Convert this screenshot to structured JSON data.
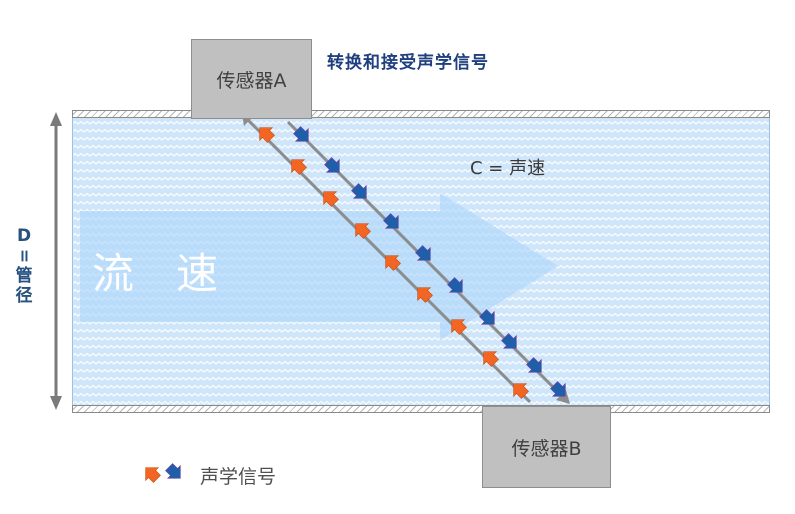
{
  "diagram": {
    "title": "转换和接受声学信号",
    "sensor_a": {
      "label": "传感器A"
    },
    "sensor_b": {
      "label": "传感器B"
    },
    "sound_speed_label": "C = 声速",
    "flow_label": "流　速",
    "diameter_label": {
      "line1": "D",
      "line2": "=",
      "line3": "管",
      "line4": "径"
    },
    "legend": {
      "label": "声学信号",
      "icons": [
        "orange-up-arrow-icon",
        "blue-down-arrow-icon"
      ]
    },
    "colors": {
      "pipe_fluid": "#cfe5fa",
      "flow_arrow": "#b9dbfb",
      "sensor_fill": "#c0c0c0",
      "signal_up": "#f26522",
      "signal_down": "#1f5ea8",
      "path_line": "#8c8c8c",
      "title": "#1f3f7f",
      "diameter_text": "#27527f"
    }
  }
}
